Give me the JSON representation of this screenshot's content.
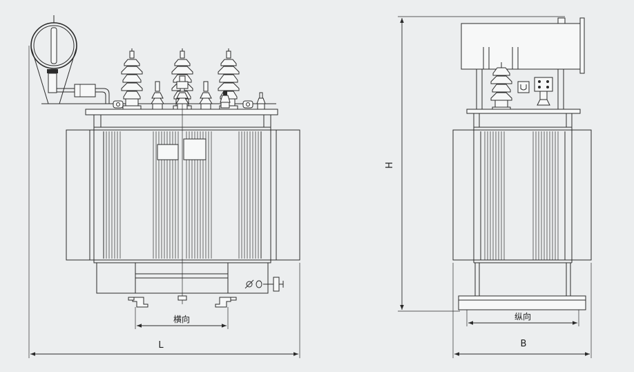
{
  "labels": {
    "overall_length": "L",
    "overall_height": "H",
    "overall_width": "B",
    "transverse_gauge": "横向",
    "longitudinal_gauge": "纵向"
  },
  "colors": {
    "background": "#eceeef",
    "line": "#2a2a2a",
    "window": "#f7f8f8"
  }
}
